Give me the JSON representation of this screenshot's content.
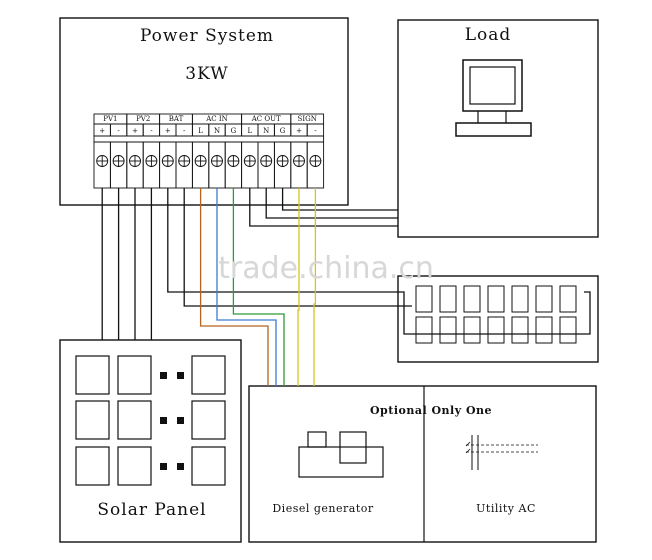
{
  "power_system": {
    "title": "Power System",
    "rating": "3KW",
    "groups": [
      {
        "label": "PV1",
        "pins": [
          "+",
          "-"
        ]
      },
      {
        "label": "PV2",
        "pins": [
          "+",
          "-"
        ]
      },
      {
        "label": "BAT",
        "pins": [
          "+",
          "-"
        ]
      },
      {
        "label": "AC IN",
        "pins": [
          "L",
          "N",
          "G"
        ]
      },
      {
        "label": "AC OUT",
        "pins": [
          "L",
          "N",
          "G"
        ]
      },
      {
        "label": "SIGN",
        "pins": [
          "+",
          "-"
        ]
      }
    ]
  },
  "load": {
    "title": "Load",
    "icon": "computer-icon"
  },
  "solar": {
    "title": "Solar Panel"
  },
  "optional": {
    "heading": "Optional Only One",
    "diesel_label": "Diesel generator",
    "utility_label": "Utility AC"
  },
  "watermark": "trade.china.cn",
  "wire_colors": {
    "black": "#111111",
    "brown": "#b5651d",
    "blue": "#3a7bd5",
    "green": "#2e9b3a",
    "yellow": "#d7c21e"
  }
}
